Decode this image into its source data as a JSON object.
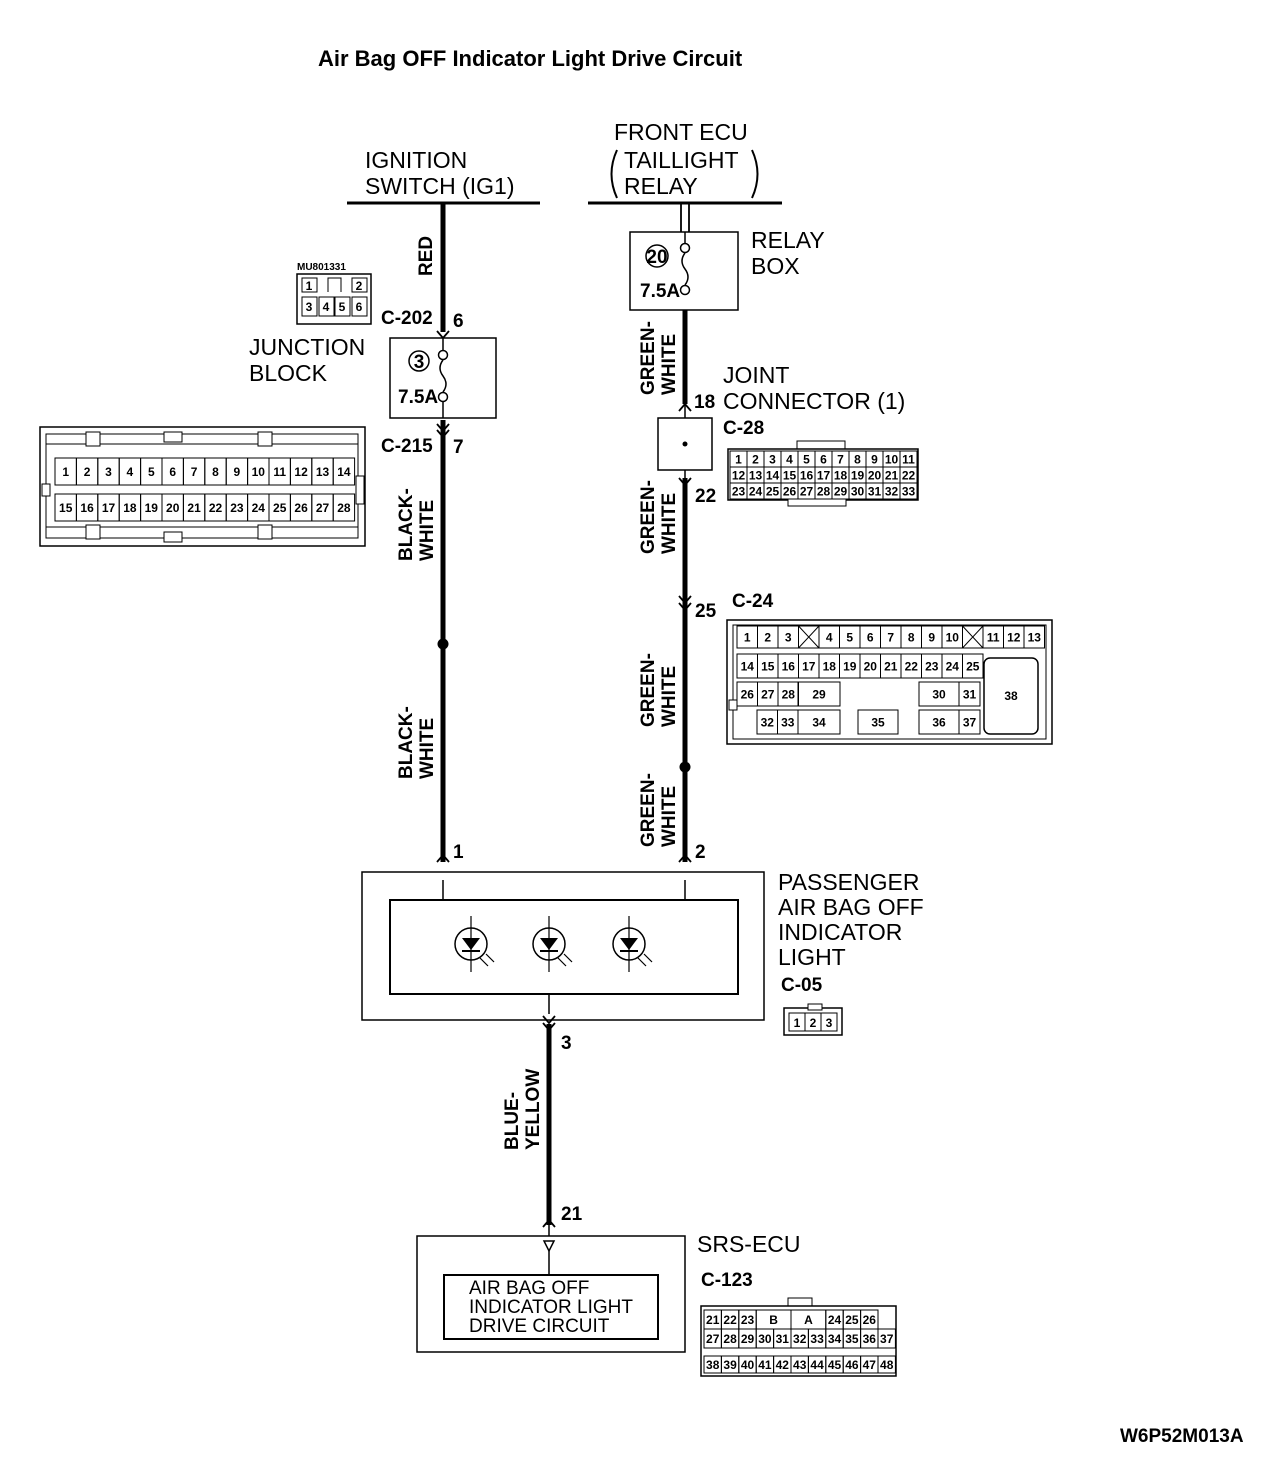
{
  "title": "Air Bag OFF Indicator Light Drive Circuit",
  "figure_code": "W6P52M013A",
  "sources": {
    "ignition": [
      "IGNITION",
      "SWITCH (IG1)"
    ],
    "front_ecu": [
      "FRONT ECU",
      "TAILLIGHT",
      "RELAY"
    ]
  },
  "relay_box": {
    "label": [
      "RELAY",
      "BOX"
    ],
    "fuse_number": "20",
    "fuse_rating": "7.5A"
  },
  "junction_block": {
    "label": [
      "JUNCTION",
      "BLOCK"
    ],
    "fuse_number": "3",
    "fuse_rating": "7.5A",
    "part_code": "MU801331",
    "conn_in": "C-202",
    "pin_in": "6",
    "conn_out": "C-215",
    "pin_out": "7"
  },
  "joint_connector": {
    "label": [
      "JOINT",
      "CONNECTOR (1)"
    ],
    "conn": "C-28",
    "pin_in": "18",
    "pin_out": "22"
  },
  "c24": {
    "conn": "C-24",
    "pin": "25"
  },
  "wires": {
    "red": "RED",
    "black_white": [
      "BLACK-",
      "WHITE"
    ],
    "green_white": [
      "GREEN-",
      "WHITE"
    ],
    "blue_yellow": [
      "BLUE-",
      "YELLOW"
    ]
  },
  "indicator": {
    "label": [
      "PASSENGER",
      "AIR BAG OFF",
      "INDICATOR",
      "LIGHT"
    ],
    "conn": "C-05",
    "pin1": "1",
    "pin2": "2",
    "pin3": "3"
  },
  "srs_ecu": {
    "label": "SRS-ECU",
    "conn": "C-123",
    "pin": "21",
    "inner": [
      "AIR BAG OFF",
      "INDICATOR LIGHT",
      "DRIVE CIRCUIT"
    ]
  },
  "connector_faces": {
    "mu801331": {
      "top": [
        "1",
        "",
        "2"
      ],
      "bottom": [
        "3",
        "4",
        "5",
        "6"
      ]
    },
    "c215": {
      "row1": [
        "1",
        "2",
        "3",
        "4",
        "5",
        "6",
        "7",
        "8",
        "9",
        "10",
        "11",
        "12",
        "13",
        "14"
      ],
      "row2": [
        "15",
        "16",
        "17",
        "18",
        "19",
        "20",
        "21",
        "22",
        "23",
        "24",
        "25",
        "26",
        "27",
        "28"
      ]
    },
    "c28": {
      "row1": [
        "1",
        "2",
        "3",
        "4",
        "5",
        "6",
        "7",
        "8",
        "9",
        "10",
        "11"
      ],
      "row2": [
        "12",
        "13",
        "14",
        "15",
        "16",
        "17",
        "18",
        "19",
        "20",
        "21",
        "22"
      ],
      "row3": [
        "23",
        "24",
        "25",
        "26",
        "27",
        "28",
        "29",
        "30",
        "31",
        "32",
        "33"
      ]
    },
    "c24": {
      "row1": [
        "1",
        "2",
        "3",
        "X",
        "4",
        "5",
        "6",
        "7",
        "8",
        "9",
        "10",
        "X",
        "11",
        "12",
        "13"
      ],
      "row2": [
        "14",
        "15",
        "16",
        "17",
        "18",
        "19",
        "20",
        "21",
        "22",
        "23",
        "24",
        "25"
      ],
      "row3a": [
        "26",
        "27",
        "28"
      ],
      "big29": "29",
      "big30": "30",
      "big31": "31",
      "big38": "38",
      "row4a": [
        "32",
        "33"
      ],
      "big34": "34",
      "big35": "35",
      "big36": "36",
      "big37": "37"
    },
    "c05": [
      "1",
      "2",
      "3"
    ],
    "c123": {
      "row1": [
        "21",
        "22",
        "23",
        "B",
        "A",
        "24",
        "25",
        "26"
      ],
      "row2": [
        "27",
        "28",
        "29",
        "30",
        "31",
        "32",
        "33",
        "34",
        "35",
        "36",
        "37"
      ],
      "row3": [
        "38",
        "39",
        "40",
        "41",
        "42",
        "43",
        "44",
        "45",
        "46",
        "47",
        "48"
      ]
    }
  }
}
